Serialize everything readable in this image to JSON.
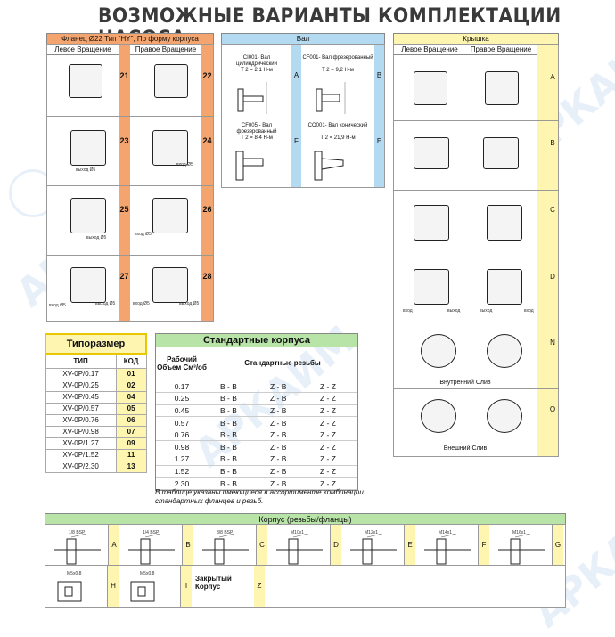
{
  "title": "ВОЗМОЖНЫЕ ВАРИАНТЫ КОМПЛЕКТАЦИИ НАСОСА",
  "flange": {
    "header": "Фланец Ø22 Тип \"HY\", По форму корпуса",
    "left": "Левое Вращение",
    "right": "Правое Вращение",
    "left_codes": [
      "21",
      "23",
      "25",
      "27"
    ],
    "right_codes": [
      "22",
      "24",
      "26",
      "28"
    ],
    "inlet": "вход Ø5",
    "outlet": "выход Ø5"
  },
  "shaft": {
    "header": "Вал",
    "items": [
      {
        "name": "CI001- Вал цилиндрический",
        "torque": "T 2 = 2,1 Н-м",
        "code": "A"
      },
      {
        "name": "CF001- Вал фрезерованный",
        "torque": "T 2 = 9,2 Н-м",
        "code": "B"
      },
      {
        "name": "CF005 - Вал фрезерованный",
        "torque": "T 2 = 8,4 Н-м",
        "code": "F"
      },
      {
        "name": "CO001- Вал конический",
        "torque": "T 2 = 21,9 Н-м",
        "code": "E"
      }
    ]
  },
  "cover": {
    "header": "Крышка",
    "left": "Левое Вращение",
    "right": "Правое Вращение",
    "codes": [
      "A",
      "B",
      "C",
      "D",
      "N",
      "O"
    ],
    "internal_drain": "Внутренний Слив",
    "external_drain": "Внешний Слив",
    "inlet": "вход",
    "outlet": "выход"
  },
  "tiporazmer": {
    "header": "Типоразмер",
    "col_type": "ТИП",
    "col_code": "КОД",
    "rows": [
      {
        "type": "XV-0P/0.17",
        "code": "01"
      },
      {
        "type": "XV-0P/0.25",
        "code": "02"
      },
      {
        "type": "XV-0P/0.45",
        "code": "04"
      },
      {
        "type": "XV-0P/0.57",
        "code": "05"
      },
      {
        "type": "XV-0P/0.76",
        "code": "06"
      },
      {
        "type": "XV-0P/0.98",
        "code": "07"
      },
      {
        "type": "XV-0P/1.27",
        "code": "09"
      },
      {
        "type": "XV-0P/1.52",
        "code": "11"
      },
      {
        "type": "XV-0P/2.30",
        "code": "13"
      }
    ]
  },
  "standard": {
    "header": "Стандартные корпуса",
    "col_volume": "Рабочий Объем См³/об",
    "col_threads": "Стандартные резьбы",
    "rows": [
      {
        "v": "0.17",
        "a": "B - B",
        "b": "Z - B",
        "c": "Z - Z"
      },
      {
        "v": "0.25",
        "a": "B - B",
        "b": "Z - B",
        "c": "Z - Z"
      },
      {
        "v": "0.45",
        "a": "B - B",
        "b": "Z - B",
        "c": "Z - Z"
      },
      {
        "v": "0.57",
        "a": "B - B",
        "b": "Z - B",
        "c": "Z - Z"
      },
      {
        "v": "0.76",
        "a": "B - B",
        "b": "Z - B",
        "c": "Z - Z"
      },
      {
        "v": "0.98",
        "a": "B - B",
        "b": "Z - B",
        "c": "Z - Z"
      },
      {
        "v": "1.27",
        "a": "B - B",
        "b": "Z - B",
        "c": "Z - Z"
      },
      {
        "v": "1.52",
        "a": "B - B",
        "b": "Z - B",
        "c": "Z - Z"
      },
      {
        "v": "2.30",
        "a": "B - B",
        "b": "Z - B",
        "c": "Z - Z"
      }
    ],
    "note": "В таблице указаны имеющиеся в ассортименте комбинации стандартных фланцев и резьб."
  },
  "body": {
    "header": "Корпус (резьбы/фланцы)",
    "row1": [
      {
        "t": "1/8 BSP",
        "c": "A"
      },
      {
        "t": "1/4 BSP",
        "c": "B"
      },
      {
        "t": "3/8 BSP",
        "c": "C"
      },
      {
        "t": "M10x1",
        "c": "D"
      },
      {
        "t": "M12x1",
        "c": "E"
      },
      {
        "t": "M14x1",
        "c": "F"
      },
      {
        "t": "M16x1",
        "c": "G"
      }
    ],
    "row2": [
      {
        "t": "M5x0.8",
        "c": "H"
      },
      {
        "t": "M5x0.8",
        "c": "I"
      },
      {
        "t": "Закрытый Корпус",
        "c": "Z"
      }
    ]
  },
  "watermark": "АРКАИМ",
  "colors": {
    "orange": "#f4a46e",
    "blue": "#b4daf1",
    "yellow": "#fef6b0",
    "green": "#b8e4a8"
  }
}
